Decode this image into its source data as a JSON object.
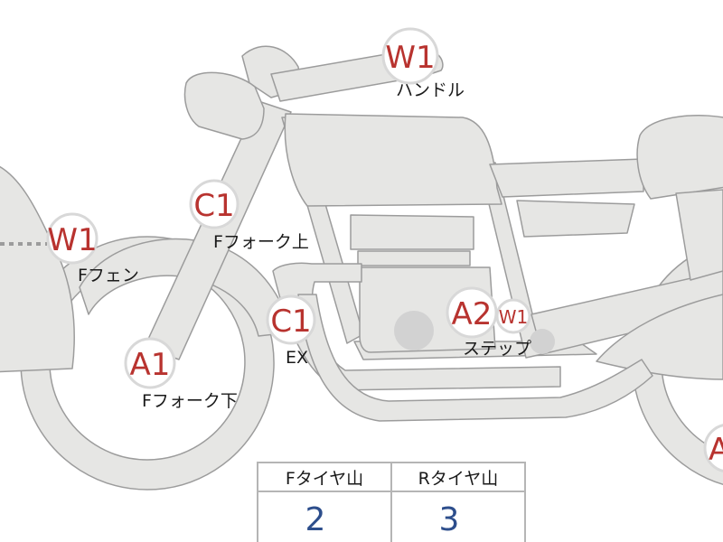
{
  "markers": [
    {
      "id": "w1-handle",
      "grade": "W1",
      "part": "ハンドル"
    },
    {
      "id": "c1-fork-upper",
      "grade": "C1",
      "part": "Fフォーク上"
    },
    {
      "id": "w1-fender",
      "grade": "W1",
      "part": "Fフェン"
    },
    {
      "id": "c1-exhaust",
      "grade": "C1",
      "part": "EX"
    },
    {
      "id": "a1-fork-lower",
      "grade": "A1",
      "part": "Fフォーク下"
    },
    {
      "id": "a2-step",
      "grade": "A2",
      "part": "ステップ"
    },
    {
      "id": "w1-step",
      "grade": "W1",
      "part": ""
    },
    {
      "id": "a-rear",
      "grade": "A",
      "part": ""
    }
  ],
  "tread_table": {
    "headers": [
      "Fタイヤ山",
      "Rタイヤ山"
    ],
    "values": [
      "2",
      "3"
    ]
  },
  "colors": {
    "bike_fill": "#e6e6e4",
    "bike_stroke": "#9c9c9c",
    "grade_red": "#b8332f",
    "value_blue": "#2d4e8c",
    "engine_dark": "#d2d2d2"
  }
}
